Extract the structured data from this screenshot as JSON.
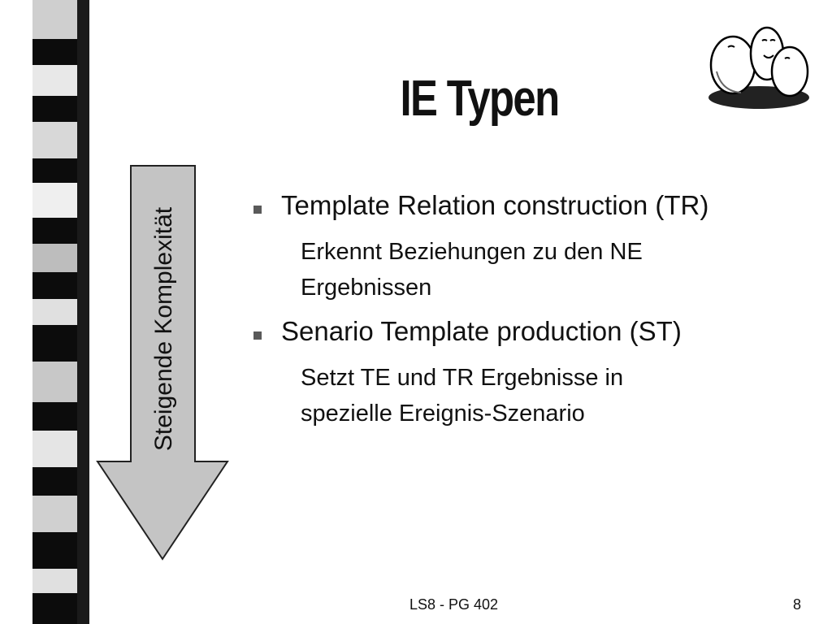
{
  "slide": {
    "title": "IE Typen",
    "arrow_label": "Steigende Komplexität",
    "bullets": [
      {
        "heading": "Template Relation construction (TR)",
        "sub_lines": [
          "Erkennt Beziehungen zu den NE",
          "Ergebnissen"
        ]
      },
      {
        "heading": "Senario Template production (ST)",
        "sub_lines": [
          "Setzt TE und TR Ergebnisse in",
          "spezielle Ereignis-Szenario"
        ]
      }
    ],
    "footer": {
      "center_text": "LS8 - PG 402",
      "page_number": "8"
    }
  }
}
